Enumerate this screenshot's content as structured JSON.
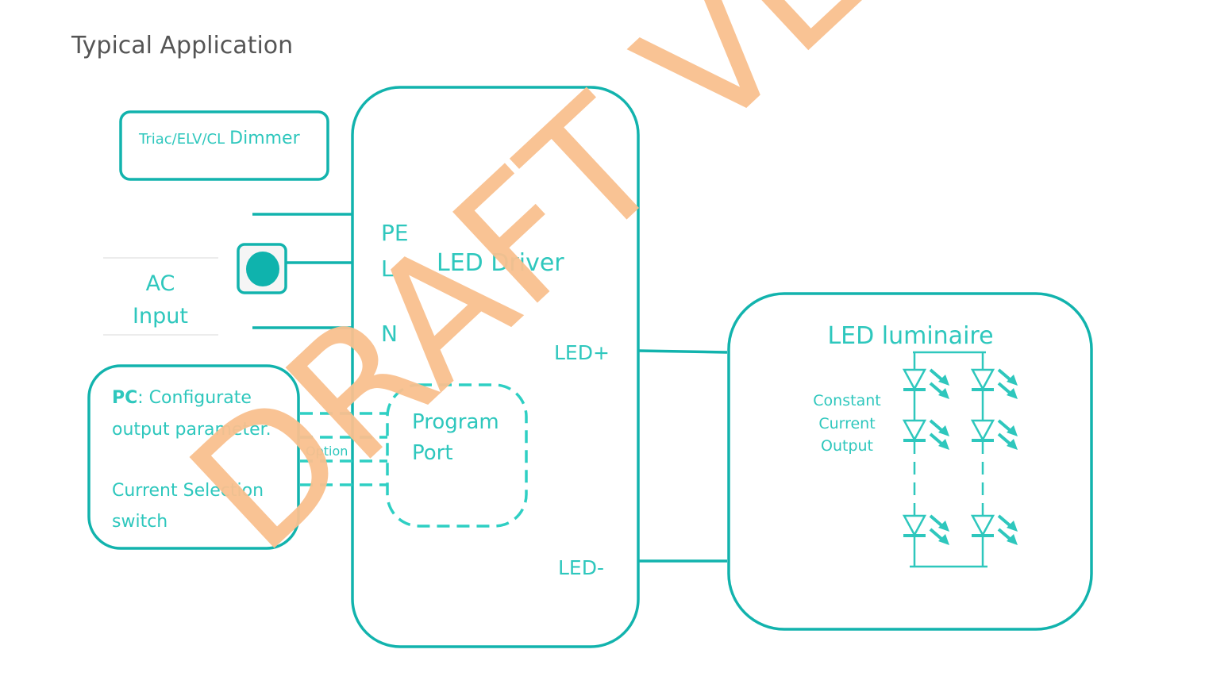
{
  "title": "Typical Application",
  "dimmer": {
    "prefix": "Triac/ELV/CL",
    "label": "Dimmer"
  },
  "ac_input": {
    "line1": "AC",
    "line2": "Input"
  },
  "driver": {
    "title": "LED Driver",
    "pe": "PE",
    "l": "L",
    "n": "N",
    "led_plus": "LED+",
    "led_minus": "LED-"
  },
  "pc_box": {
    "pc": "PC",
    "line1": ": Configurate",
    "line2": "output parameter.",
    "line3": "Current Selection",
    "line4": "switch"
  },
  "option_label": "Option",
  "program_port": {
    "line1": "Program",
    "line2": "Port"
  },
  "luminaire": {
    "title": "LED luminaire",
    "line1": "Constant",
    "line2": "Current",
    "line3": "Output"
  },
  "watermark": "DRAFT VERSION",
  "colors": {
    "teal": "#12b3ad",
    "text": "#2ec7bd",
    "watermark": "#f9c08f"
  }
}
